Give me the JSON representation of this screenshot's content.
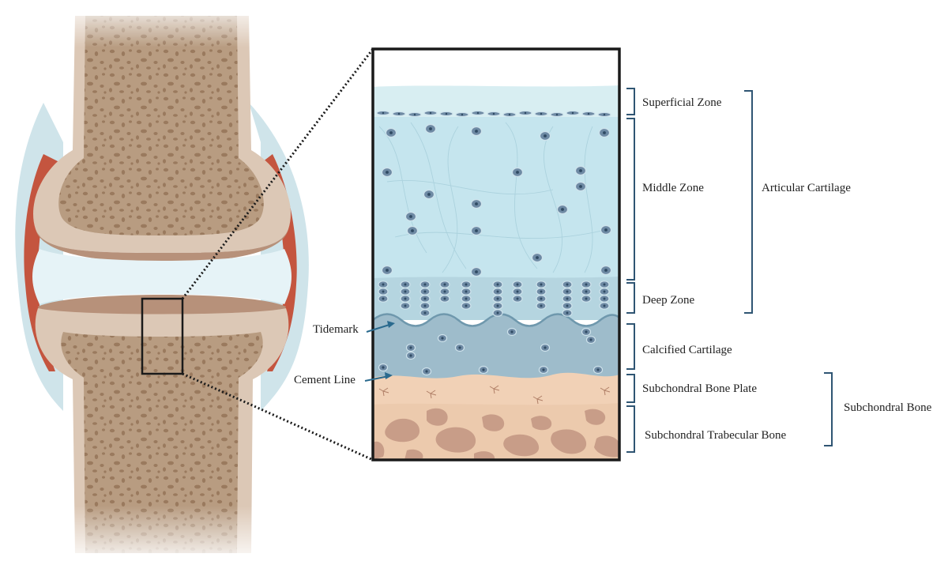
{
  "labels": {
    "superficial_zone": "Superficial Zone",
    "middle_zone": "Middle Zone",
    "deep_zone": "Deep Zone",
    "articular_cartilage": "Articular Cartilage",
    "calcified_cartilage": "Calcified Cartilage",
    "subchondral_bone_plate": "Subchondral Bone Plate",
    "subchondral_trabecular_bone": "Subchondral Trabecular Bone",
    "subchondral_bone": "Subchondral Bone",
    "tidemark": "Tidemark",
    "cement_line": "Cement Line"
  },
  "colors": {
    "bone_outer": "#d9c5b3",
    "bone_inner": "#b79b80",
    "bone_pore": "#9c7d62",
    "cartilage": "#e8d4c1",
    "synovial_membrane": "#c4553f",
    "joint_capsule": "#cfe4ea",
    "synovial_fluid": "#e6f3f7",
    "superficial_zone": "#d8eef2",
    "middle_zone": "#c6e6ee",
    "deep_zone": "#b3d4df",
    "calcified_cartilage": "#9fbdcc",
    "bone_plate": "#f1d0b4",
    "trabecular_bone": "#eac3a6",
    "trabecular_pore": "#c69a85",
    "cell": "#6e8aa4",
    "bracket": "#2f5573",
    "arrow": "#2a6a8e"
  }
}
